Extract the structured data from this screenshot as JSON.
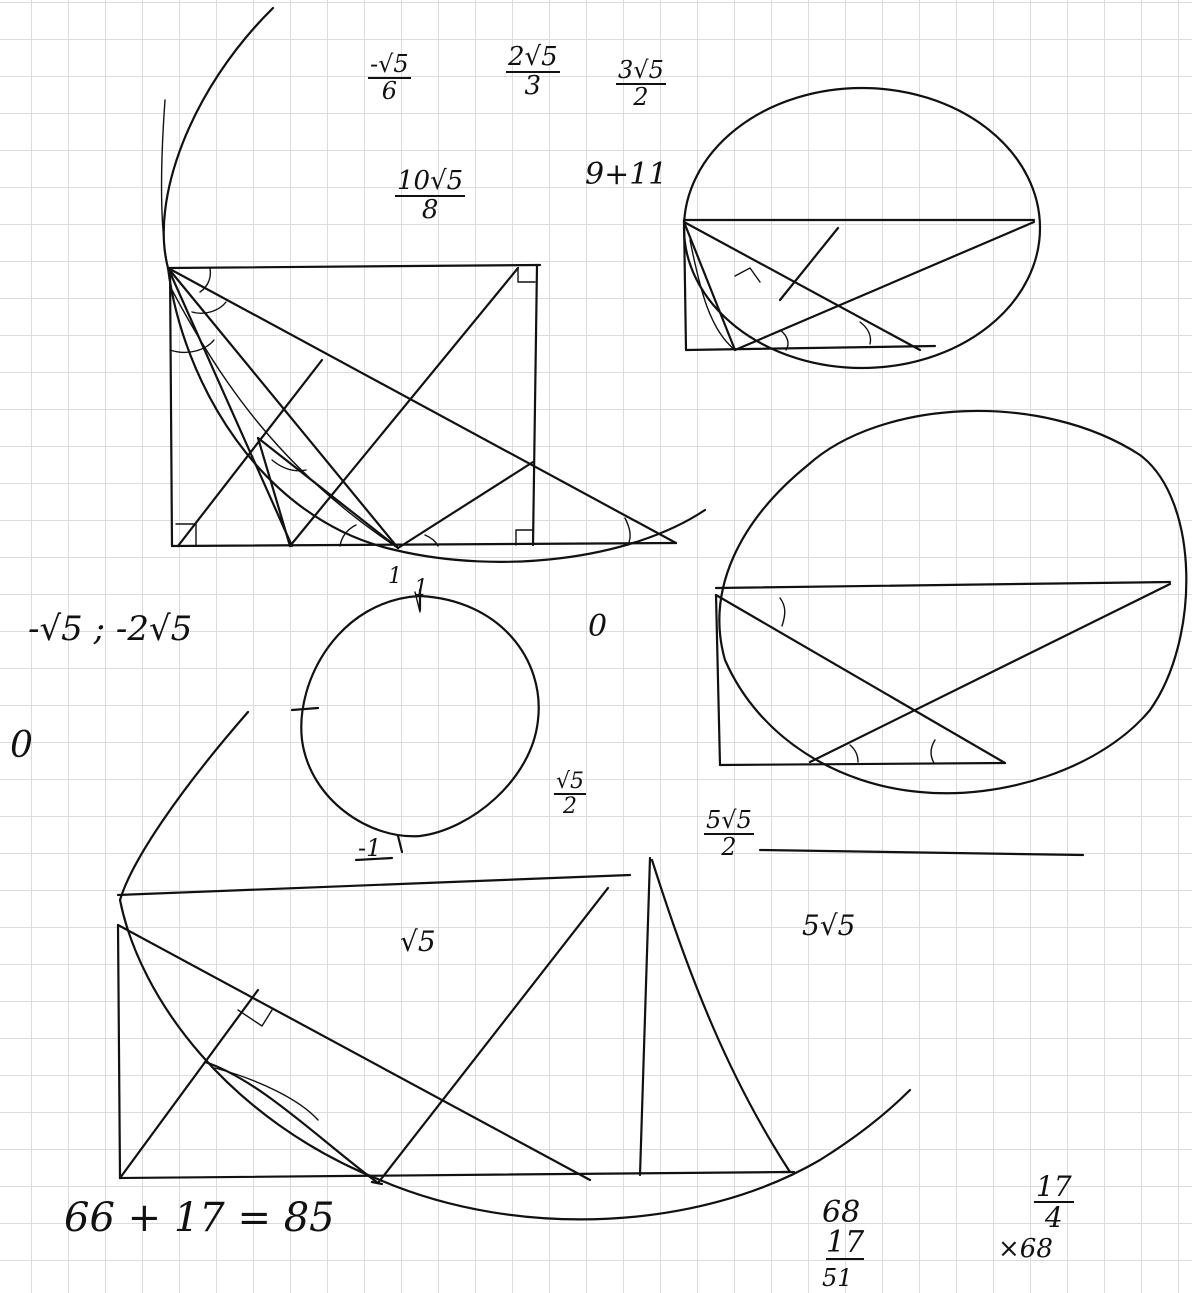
{
  "notes": {
    "minus_sqrt5_over_6": {
      "num": "-√5",
      "den": "6"
    },
    "two_sqrt5_over_3": {
      "num": "2√5",
      "den": "3"
    },
    "three_sqrt5_over_2": {
      "num": "3√5",
      "den": "2"
    },
    "ten_sqrt5_over_8": {
      "num": "10√5",
      "den": "8"
    },
    "nine_plus_eleven": "9+11",
    "one_top": "1",
    "one_label": "1",
    "minus_sqrt5_minus_2sqrt5": "-√5 ; -2√5",
    "zero_mid": "0",
    "zero_left": "0",
    "sqrt5_over_2": {
      "num": "√5",
      "den": "2"
    },
    "five_sqrt5_over_2": {
      "num": "5√5",
      "den": "2"
    },
    "minus_one": "-1",
    "sqrt5": "√5",
    "five_sqrt5": "5√5",
    "sum_line": "66 + 17 = 85",
    "column_top": "68",
    "column_mid": "17",
    "column_bottom": "51",
    "seventeen_over_four": {
      "num": "17",
      "den": "4"
    },
    "times_68": "×68"
  }
}
